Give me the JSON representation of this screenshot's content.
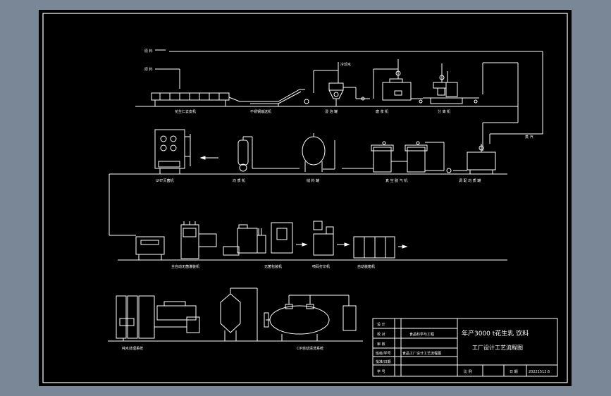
{
  "drawing": {
    "stream_labels": [
      "原 料",
      "原 料"
    ],
    "row1": {
      "pipe_label": "冷却水",
      "stations": [
        "花生仁去皮机",
        "不锈钢输送机",
        "浸 泡 罐",
        "磨 浆 机",
        "分 离 机"
      ]
    },
    "row2": {
      "side_label": "蒸 汽",
      "stations": [
        "UHT灭菌机",
        "均 质 机",
        "储 料 罐",
        "真 空 脱 气 机",
        "调 配 均 质 罐"
      ]
    },
    "row3": {
      "stations": [
        "全自动无菌灌装机",
        "无菌包装机",
        "喷码打印机",
        "自动装箱机"
      ]
    },
    "row4": {
      "stations": [
        "纯水处理系统",
        "CIP自动清洗系统"
      ]
    }
  },
  "title_block": {
    "rows": [
      {
        "label": "设 计",
        "value": ""
      },
      {
        "label": "校 对",
        "value": "食品科学与工程"
      },
      {
        "label": "审 核",
        "value": ""
      },
      {
        "label": "班级/学号",
        "value": "食品工厂设计工艺流程图"
      },
      {
        "label": "批准/日期",
        "value": ""
      },
      {
        "label": "学 号",
        "value": ""
      }
    ],
    "title_line1": "年产3000 t花生乳 饮料",
    "title_line2": "工厂设计工艺流程图",
    "scale_label": "比 例",
    "date_label": "日 期",
    "date_value": "20221512.6"
  },
  "colors": {
    "background_frame": "#7a8796",
    "sheet": "#000000",
    "line": "#ffffff"
  }
}
